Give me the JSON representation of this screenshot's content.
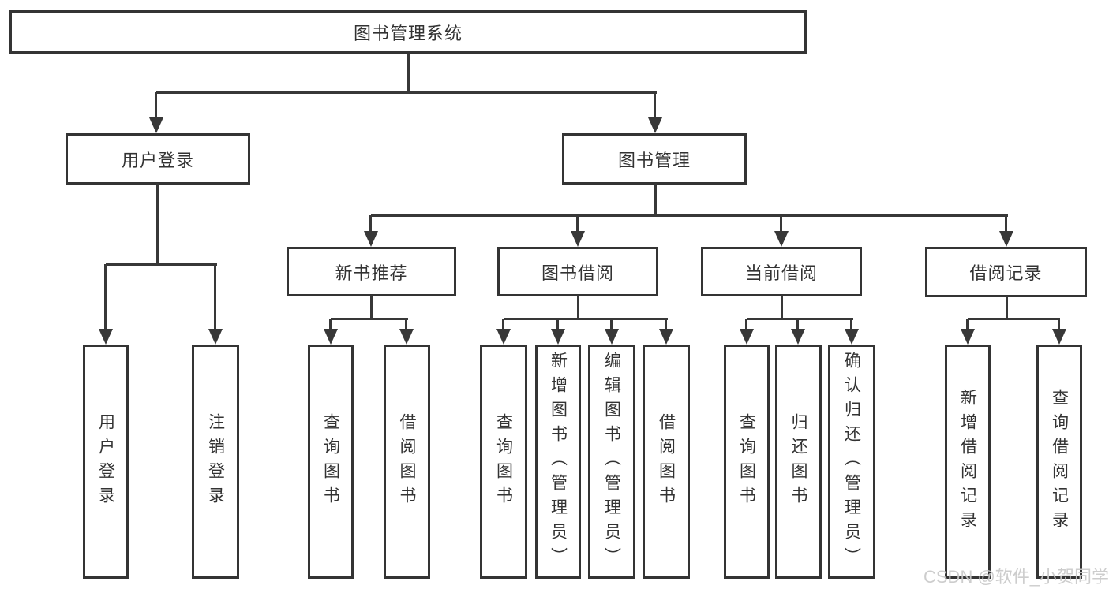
{
  "diagram": {
    "type": "tree",
    "root": {
      "label": "图书管理系统"
    },
    "level2": [
      {
        "label": "用户登录"
      },
      {
        "label": "图书管理"
      }
    ],
    "level3": [
      {
        "label": "新书推荐",
        "parent": "图书管理"
      },
      {
        "label": "图书借阅",
        "parent": "图书管理"
      },
      {
        "label": "当前借阅",
        "parent": "图书管理"
      },
      {
        "label": "借阅记录",
        "parent": "图书管理"
      }
    ],
    "leaves": [
      {
        "label": "用户登录",
        "parent": "用户登录"
      },
      {
        "label": "注销登录",
        "parent": "用户登录"
      },
      {
        "label": "查询图书",
        "parent": "新书推荐"
      },
      {
        "label": "借阅图书",
        "parent": "新书推荐"
      },
      {
        "label": "查询图书",
        "parent": "图书借阅"
      },
      {
        "label": "新增图书（管理员）",
        "parent": "图书借阅"
      },
      {
        "label": "编辑图书（管理员）",
        "parent": "图书借阅"
      },
      {
        "label": "借阅图书",
        "parent": "图书借阅"
      },
      {
        "label": "查询图书",
        "parent": "当前借阅"
      },
      {
        "label": "归还图书",
        "parent": "当前借阅"
      },
      {
        "label": "确认归还（管理员）",
        "parent": "当前借阅"
      },
      {
        "label": "新增借阅记录",
        "parent": "借阅记录"
      },
      {
        "label": "查询借阅记录",
        "parent": "借阅记录"
      }
    ],
    "colors": {
      "stroke": "#383838",
      "text": "#333333",
      "background": "#ffffff"
    }
  },
  "watermark": {
    "text": "CSDN @软件_小贺同学"
  }
}
